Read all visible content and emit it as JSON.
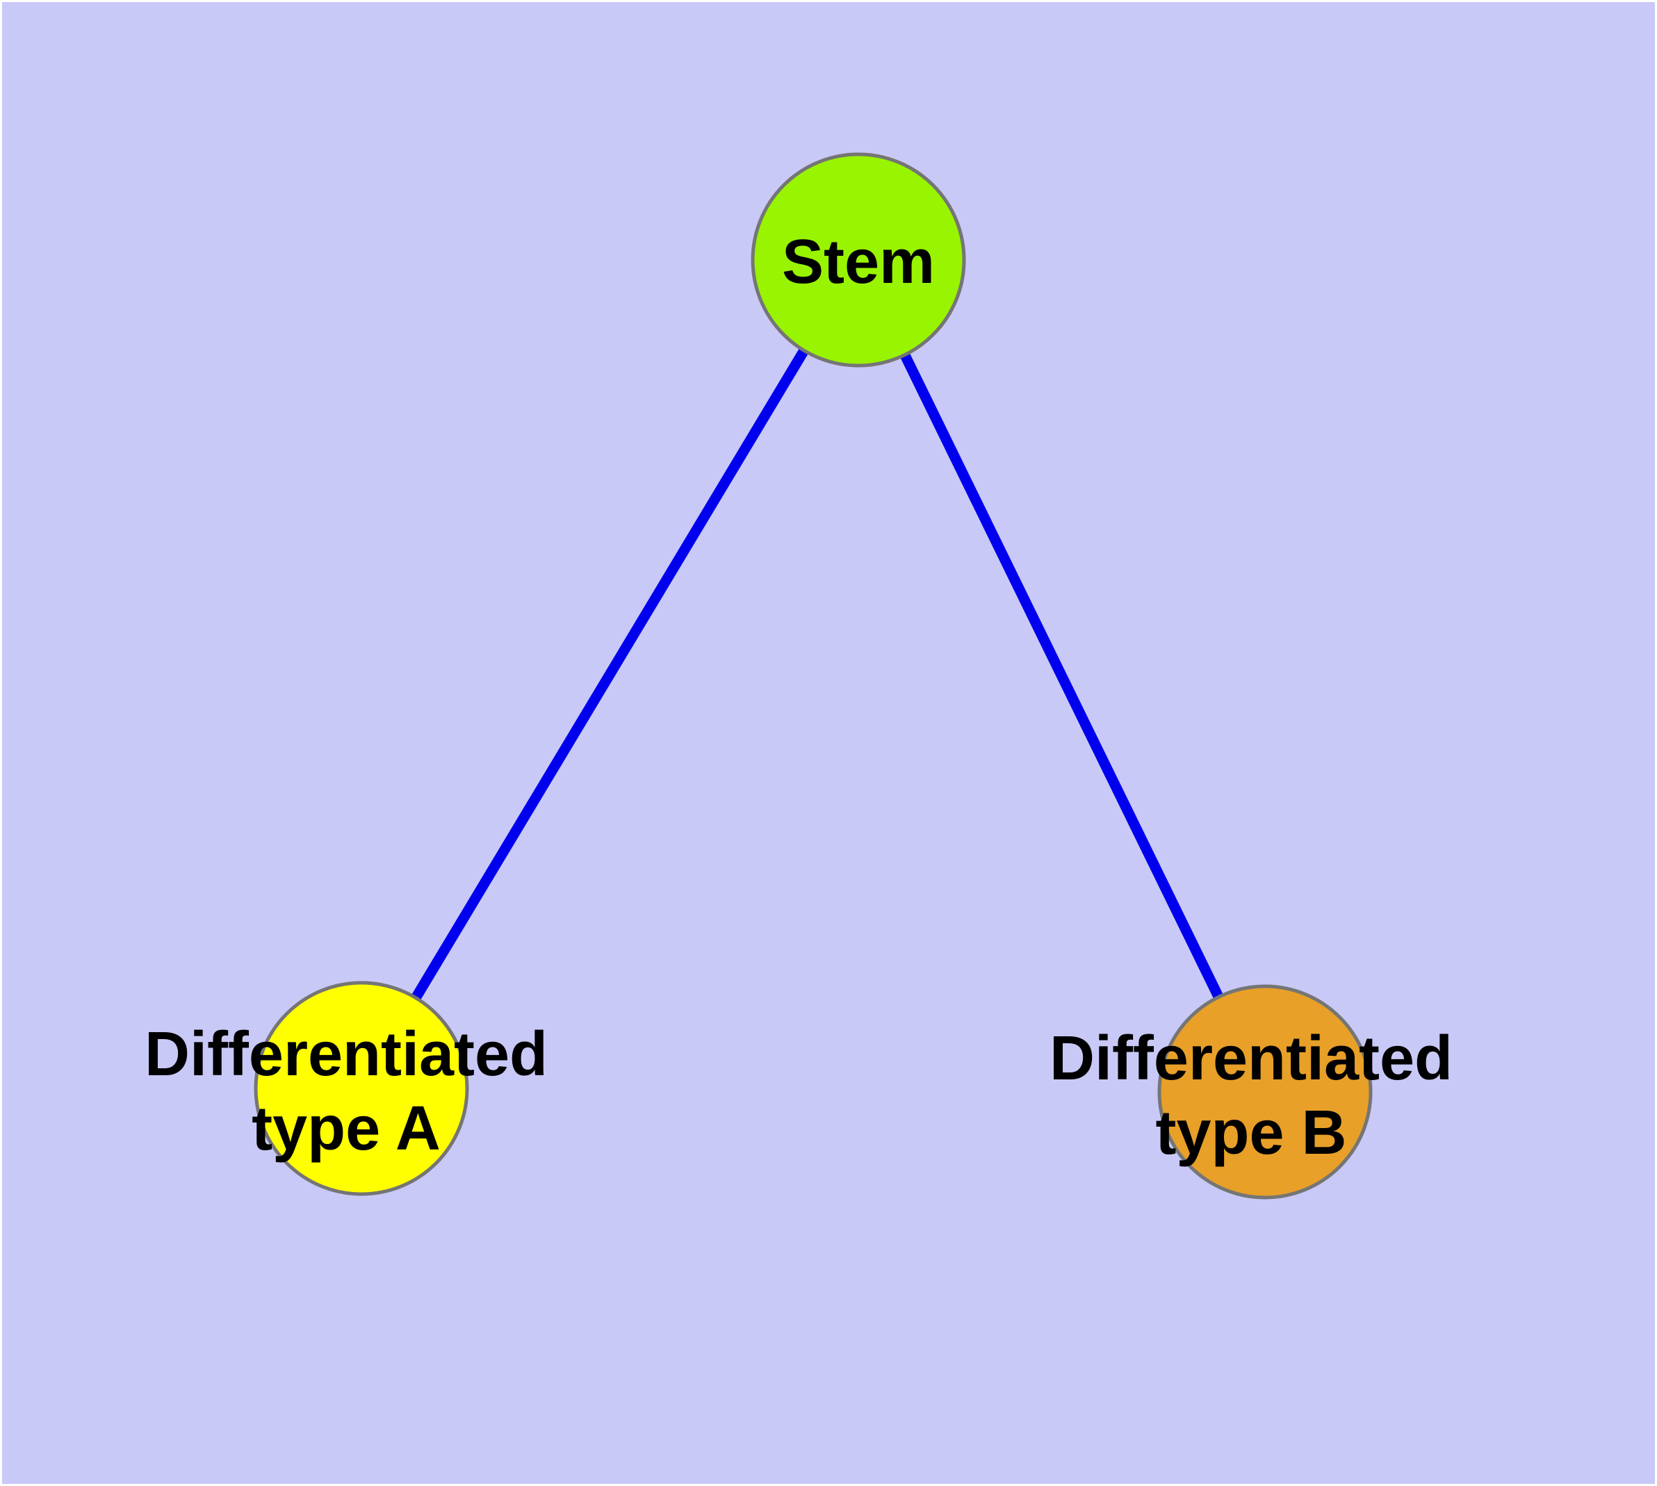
{
  "diagram": {
    "background_color": "#C9C9F7",
    "margin_color": "#FFFFFF",
    "edge_color": "#0000EE",
    "node_border_color": "#757575",
    "nodes": {
      "stem": {
        "label": "Stem",
        "fill": "#98F400"
      },
      "type_a": {
        "label_line1": "Differentiated",
        "label_line2": "type A",
        "fill": "#FFFF00"
      },
      "type_b": {
        "label_line1": "Differentiated",
        "label_line2": "type B",
        "fill": "#E8A028"
      }
    },
    "edges": [
      {
        "from": "Stem",
        "to": "Differentiated type A"
      },
      {
        "from": "Stem",
        "to": "Differentiated type B"
      }
    ]
  }
}
